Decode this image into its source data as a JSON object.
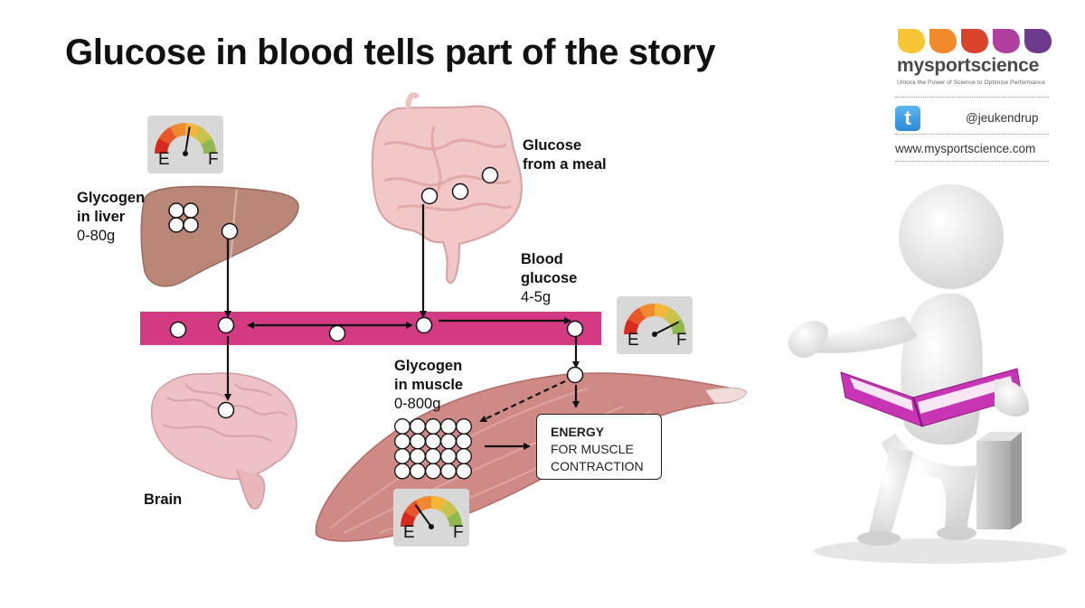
{
  "title": "Glucose in blood tells part of the story",
  "brand": {
    "name": "mysportscience",
    "tagline": "Unlock the Power of Science to Optimise Performance",
    "twitter_handle": "@jeukendrup",
    "website": "www.mysportscience.com",
    "logo_colors": [
      "#f6c634",
      "#f08a2a",
      "#d9432b",
      "#b13fa0",
      "#6c3b8e"
    ]
  },
  "labels": {
    "liver": {
      "title": "Glycogen\nin liver",
      "value": "0-80g"
    },
    "meal": {
      "title": "Glucose\nfrom a meal"
    },
    "blood": {
      "title": "Blood\nglucose",
      "value": "4-5g"
    },
    "muscle": {
      "title": "Glycogen\nin muscle",
      "value": "0-800g"
    },
    "brain": {
      "title": "Brain"
    },
    "energy": {
      "line1": "ENERGY",
      "line2": "FOR MUSCLE",
      "line3": "CONTRACTION"
    }
  },
  "gauges": {
    "liver": {
      "empty": "E",
      "full": "F",
      "level": 0.55
    },
    "blood": {
      "empty": "E",
      "full": "F",
      "level": 0.85
    },
    "muscle": {
      "empty": "E",
      "full": "F",
      "level": 0.3
    }
  },
  "colors": {
    "blood_vessel": "#d33a82",
    "accent_figure_book": "#c734b4"
  }
}
